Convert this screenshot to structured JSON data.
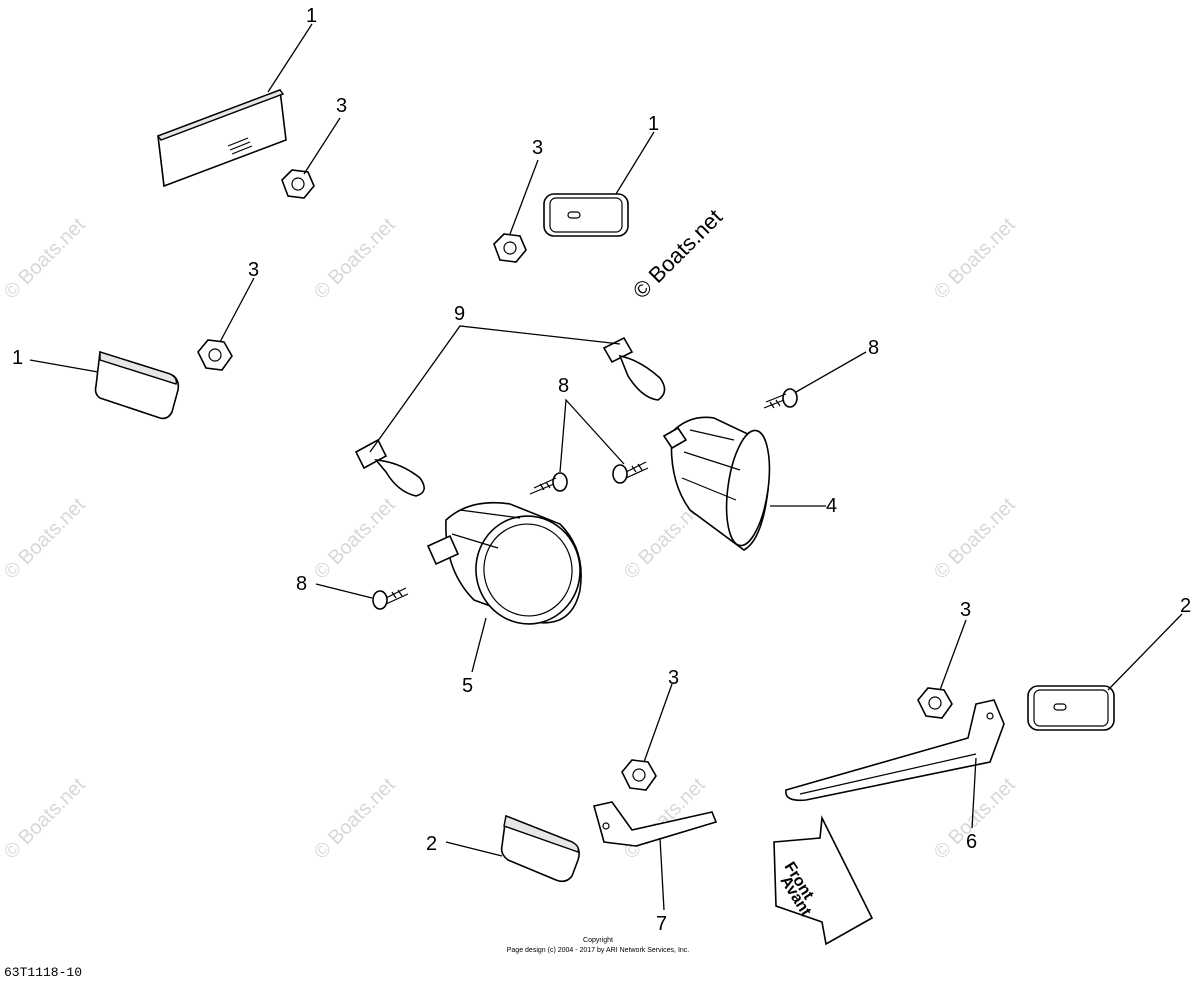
{
  "watermark": {
    "text": "© Boats.net"
  },
  "callouts": {
    "c1a": "1",
    "c3a": "3",
    "c3b": "3",
    "c1b": "1",
    "c3c": "3",
    "c1c": "1",
    "c9": "9",
    "c8a": "8",
    "c8b": "8",
    "c4": "4",
    "c8c": "8",
    "c5": "5",
    "c3d": "3",
    "c2a": "2",
    "c6": "6",
    "c3e": "3",
    "c2b": "2",
    "c7": "7"
  },
  "direction_arrow": {
    "line1": "Front",
    "line2": "Avant"
  },
  "footer": {
    "copyright_title": "Copyright",
    "copyright_line": "Page design (c) 2004 - 2017 by ARI Network Services, Inc.",
    "diagram_code": "63T1118-10"
  }
}
